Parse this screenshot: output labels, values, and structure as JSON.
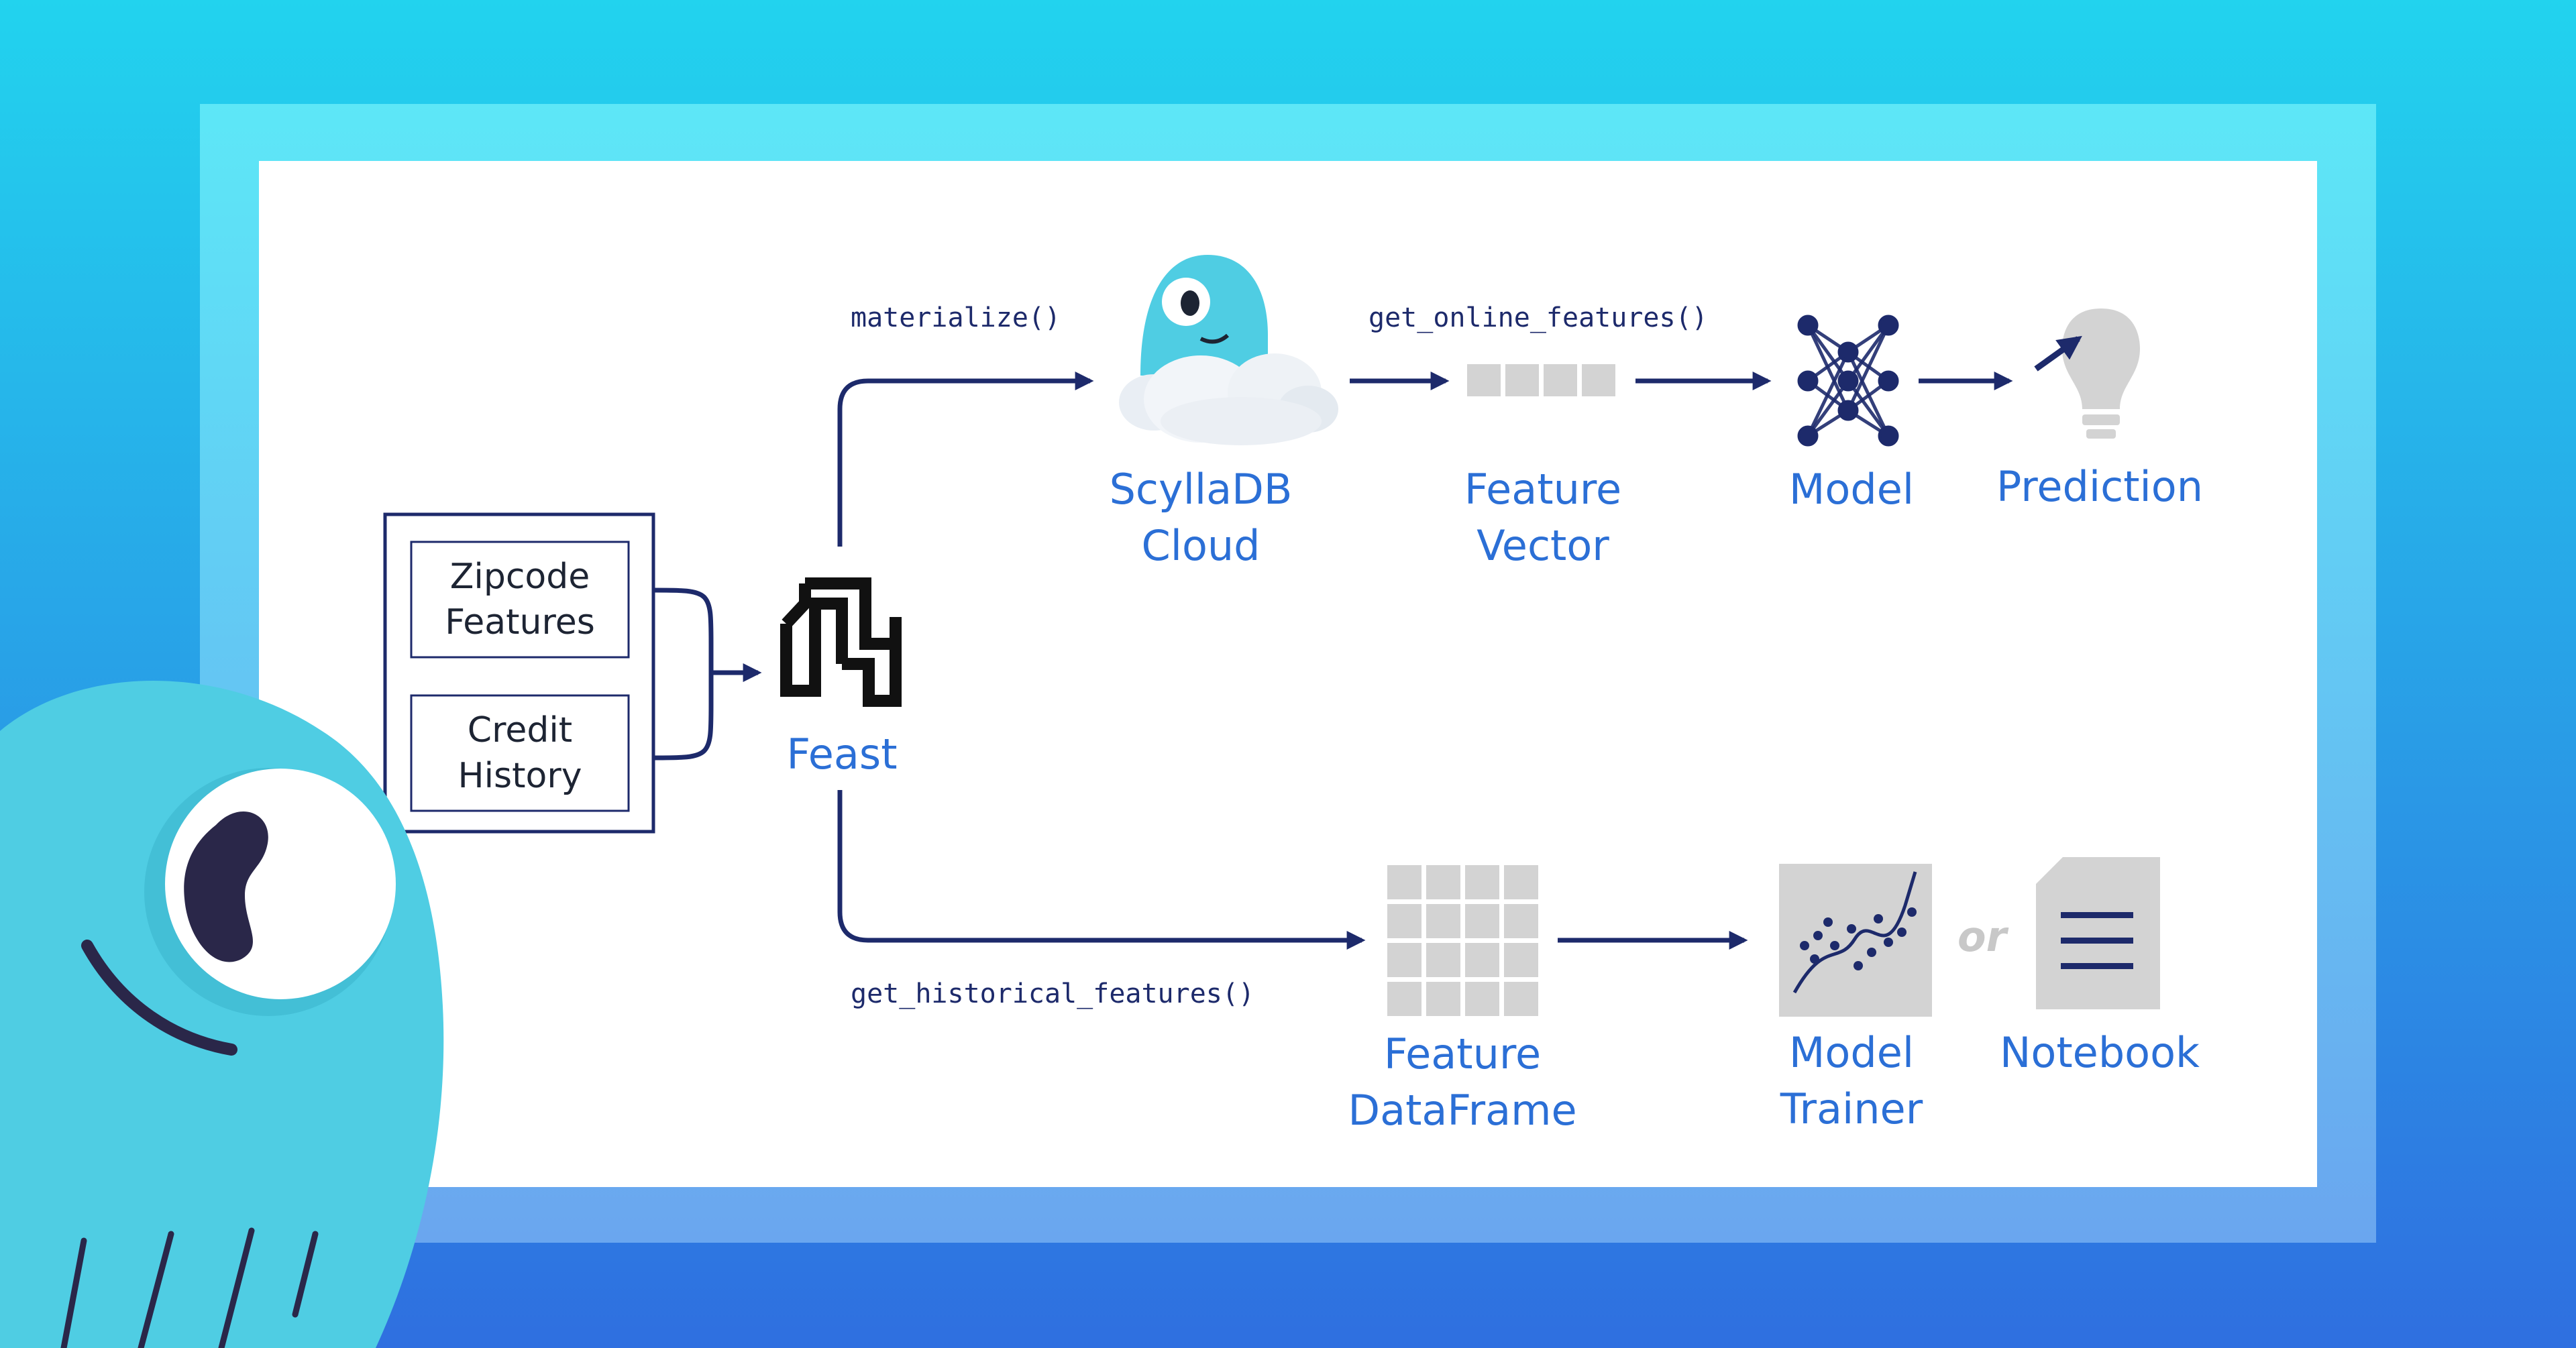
{
  "sources": {
    "zipcode": [
      "Zipcode",
      "Features"
    ],
    "credit": [
      "Credit",
      "History"
    ]
  },
  "feast": {
    "label": "Feast"
  },
  "edges": {
    "materialize": "materialize()",
    "online": "get_online_features()",
    "historical": "get_historical_features()"
  },
  "online_path": {
    "scylla": [
      "ScyllaDB",
      "Cloud"
    ],
    "vector": [
      "Feature",
      "Vector"
    ],
    "model": "Model",
    "prediction": "Prediction"
  },
  "offline_path": {
    "dataframe": [
      "Feature",
      "DataFrame"
    ],
    "trainer": [
      "Model",
      "Trainer"
    ],
    "or": "or",
    "notebook": "Notebook"
  },
  "colors": {
    "label_blue": "#2b6fd6",
    "line_navy": "#1d2a6b",
    "icon_gray": "#d3d3d3",
    "mascot": "#4fcde3"
  }
}
